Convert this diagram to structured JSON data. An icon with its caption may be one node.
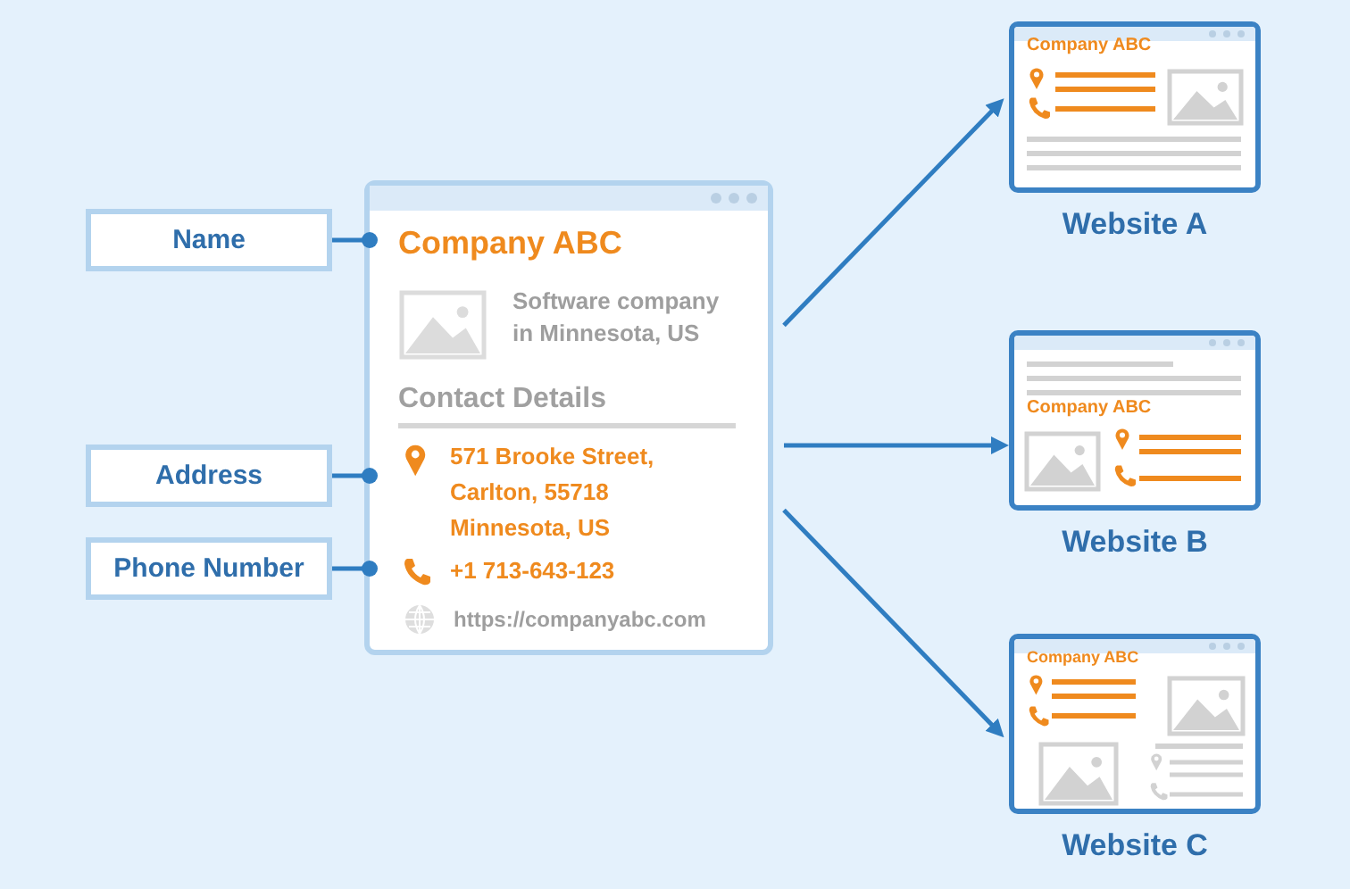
{
  "diagram": {
    "nodes": [
      {
        "text": [
          "Name"
        ]
      },
      {
        "text": [
          "Address"
        ]
      },
      {
        "text": [
          "Phone Number"
        ]
      },
      {
        "text": [
          "Software company in Minnesota, US",
          "Contact Details",
          "https://companyabc.com"
        ]
      },
      {
        "text": [
          "Company ABC"
        ],
        "in": 3
      },
      {
        "text": [
          "571 Brooke Street, Carlton, 55718 Minnesota, US"
        ],
        "in": 3
      },
      {
        "text": [
          "+1 713-643-123"
        ],
        "in": 3
      },
      {
        "text": [
          "Company ABC",
          "Website A"
        ]
      },
      {
        "text": [
          "Company ABC",
          "Website B"
        ]
      },
      {
        "text": [
          "Company ABC",
          "Website C"
        ]
      }
    ],
    "edges": [
      {
        "from": 0,
        "to": 4,
        "arrow": "other"
      },
      {
        "from": 1,
        "to": 5,
        "arrow": "other"
      },
      {
        "from": 2,
        "to": 6,
        "arrow": "other"
      },
      {
        "from": 3,
        "to": 7,
        "arrow": "to"
      },
      {
        "from": 3,
        "to": 8,
        "arrow": "to"
      },
      {
        "from": 3,
        "to": 9,
        "arrow": "to"
      }
    ]
  }
}
